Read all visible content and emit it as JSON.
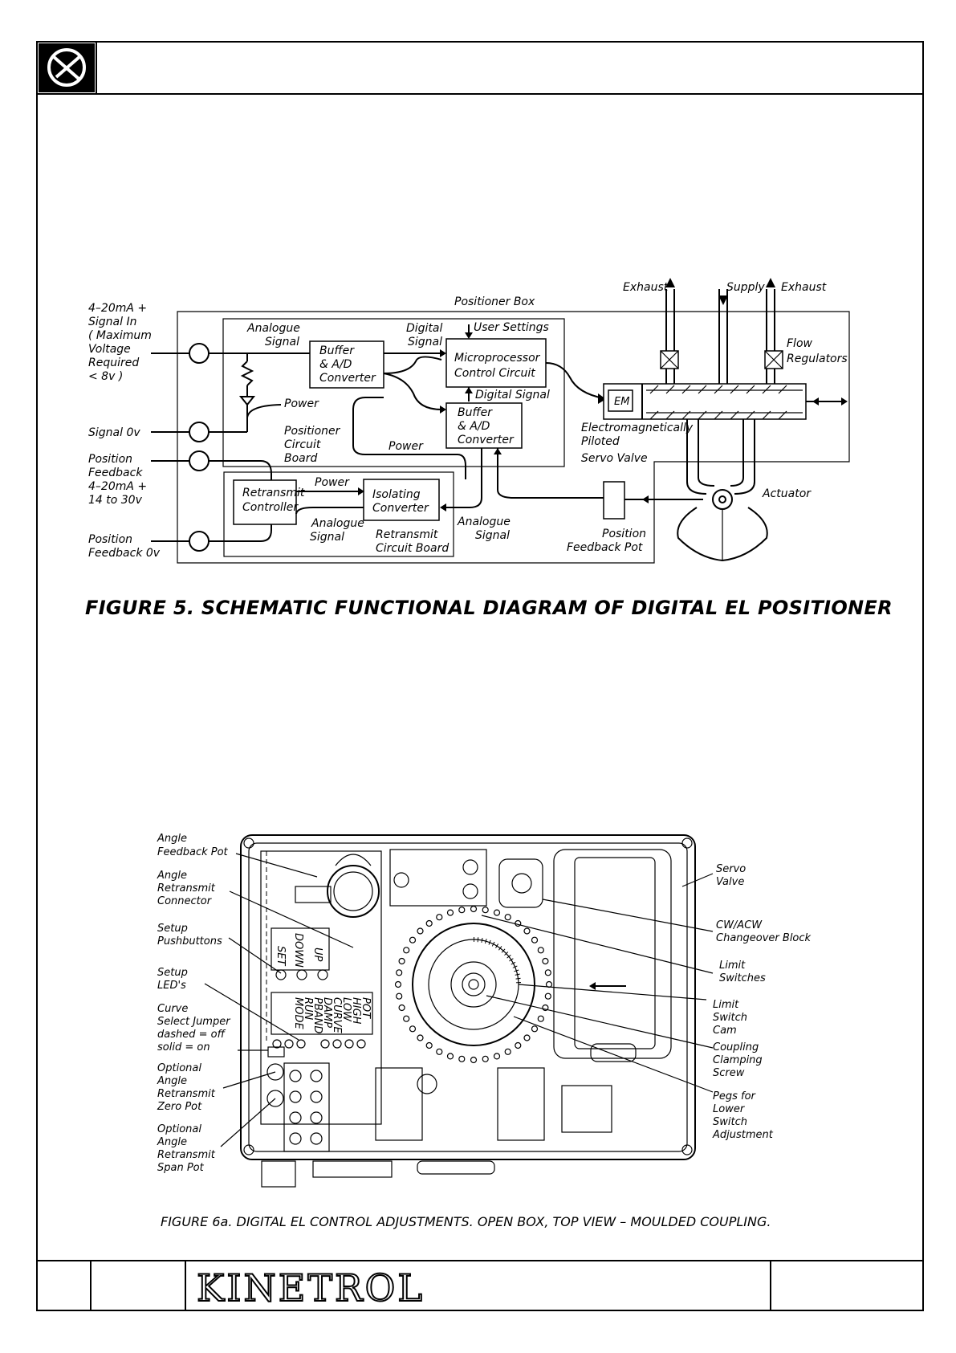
{
  "page": {
    "brand": "KINETROL"
  },
  "figure5": {
    "caption": "FIGURE 5. SCHEMATIC FUNCTIONAL DIAGRAM OF DIGITAL EL POSITIONER",
    "inputs": {
      "signal_in": [
        "4–20mA +",
        "Signal In",
        "( Maximum",
        "Voltage",
        "Required",
        "< 8v )"
      ],
      "signal_0v": "Signal 0v",
      "pos_fb": [
        "Position",
        "Feedback",
        "4–20mA +",
        "14 to 30v"
      ],
      "pos_fb_0v": [
        "Position",
        "Feedback 0v"
      ]
    },
    "positioner_box": "Positioner Box",
    "analogue_signal": [
      "Analogue",
      "Signal"
    ],
    "buffer_ad_1": [
      "Buffer",
      "& A/D",
      "Converter"
    ],
    "digital_signal": [
      "Digital",
      "Signal"
    ],
    "user_settings": "User Settings",
    "microprocessor": [
      "Microprocessor",
      "Control Circuit"
    ],
    "digital_signal_2": "Digital Signal",
    "power": "Power",
    "buffer_ad_2": [
      "Buffer",
      "& A/D",
      "Converter"
    ],
    "positioner_board": [
      "Positioner",
      "Circuit",
      "Board"
    ],
    "power_2": "Power",
    "power_3": "Power",
    "retransmit_controller": [
      "Retransmit",
      "Controller"
    ],
    "isolating_converter": [
      "Isolating",
      "Converter"
    ],
    "analogue_signal_2": [
      "Analogue",
      "Signal"
    ],
    "retransmit_board": [
      "Retransmit",
      "Circuit Board"
    ],
    "analogue_signal_3": [
      "Analogue",
      "Signal"
    ],
    "position_fb_pot": [
      "Position",
      "Feedback Pot"
    ],
    "exhaust_left": "Exhaust",
    "supply": "Supply",
    "exhaust_right": "Exhaust",
    "flow_regulators": [
      "Flow",
      "Regulators"
    ],
    "servo_valve": [
      "Electromagnetically",
      "Piloted",
      "Servo Valve"
    ],
    "actuator": "Actuator"
  },
  "figure6a": {
    "caption": "FIGURE 6a.  DIGITAL EL CONTROL ADJUSTMENTS. OPEN BOX, TOP VIEW – MOULDED COUPLING.",
    "left_labels": [
      [
        "Angle",
        "Feedback Pot"
      ],
      [
        "Angle",
        "Retransmit",
        "Connector"
      ],
      [
        "Setup",
        "Pushbuttons"
      ],
      [
        "Setup",
        "LED's"
      ],
      [
        "Curve",
        "Select Jumper",
        "dashed = off",
        "solid = on"
      ],
      [
        "Optional",
        "Angle",
        "Retransmit",
        "Zero Pot"
      ],
      [
        "Optional",
        "Angle",
        "Retransmit",
        "Span Pot"
      ]
    ],
    "right_labels": [
      [
        "Servo",
        "Valve"
      ],
      [
        "CW/ACW",
        "Changeover Block"
      ],
      [
        "Limit",
        "Switches"
      ],
      [
        "Limit",
        "Switch",
        "Cam"
      ],
      [
        "Coupling",
        "Clamping",
        "Screw"
      ],
      [
        "Pegs for",
        "Lower",
        "Switch",
        "Adjustment"
      ]
    ],
    "buttons": [
      "SET",
      "DOWN",
      "UP"
    ],
    "leds": [
      "POT",
      "HIGH",
      "LOW",
      "CURVE",
      "DAMP",
      "PBAND",
      "RUN",
      "MODE"
    ]
  }
}
